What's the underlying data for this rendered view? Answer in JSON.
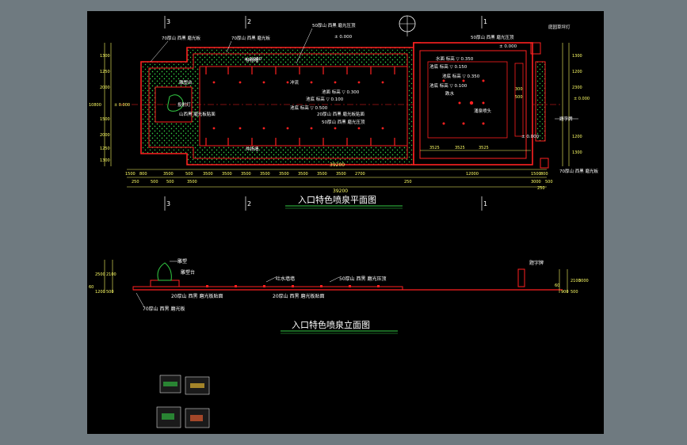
{
  "colors": {
    "background": "#000000",
    "frame": "#6f7a80",
    "outline": "#ff2020",
    "dimension": "#ffff66",
    "hatch": "#33cc44",
    "text": "#ffffff",
    "title_underline": "#33cc44"
  },
  "plan": {
    "title": "入口特色喷泉平面图",
    "axis_top": [
      "3",
      "2",
      "1"
    ],
    "axis_bottom": [
      "3",
      "2",
      "1"
    ],
    "labels": {
      "border_left": "70厚山 西黑 磨光板",
      "border_mid": "70厚山 西黑 磨光板",
      "top_cap": "50厚山 西黑 磨光压顶",
      "right_top": "50厚山 西黑 磨光压顶",
      "lamp": "庭园草坪灯",
      "elev_top": "± 0.000",
      "elev_right": "± 0.000",
      "elev_mid": "± 0.000",
      "pool_edge_top": "仲扬墙",
      "pool_edge_bottom": "仲扬墙",
      "sculpture_base": "雕塑台",
      "underwater_light": "投射灯",
      "stone_paving": "山西黑 磨光板贴面",
      "jet": "冲流",
      "pool_bottom_1": "池面 标高 ▽ 0.300",
      "pool_bottom_2": "池底 标高 ▽ 0.100",
      "pool_bottom_3": "池底 标高 ▽ 0.500",
      "side_note": "20厚山 西黑 磨光板贴面",
      "bottom_note": "50厚山 西黑 磨光压顶",
      "right_pool_1": "水面 标高 ▽ 0.350",
      "right_pool_2": "池底 标高 ▽ 0.150",
      "right_pool_3": "池底 标高 ▽ 0.350",
      "right_pool_4": "池底 标高 ▽ 0.100",
      "right_label_a": "跌水",
      "right_label_b": "涌泉喷头",
      "sign": "题字牌",
      "right_bottom": "70厚山 西黑 磨光板",
      "dim_left": "10800",
      "dim_total_top": "39200",
      "dim_total": "39200",
      "dim_right_a": "3525",
      "dim_right_b": "3525",
      "dim_right_c": "3525",
      "dim_right_total": "12000",
      "elev_left_out": "± 0.000",
      "elev_right_out": "± 0.000"
    },
    "dims_row1": [
      "1500",
      "800",
      "3500",
      "500",
      "3500",
      "3500",
      "3500",
      "3500",
      "3500",
      "3500",
      "3500",
      "3500",
      "2700",
      "12000",
      "1500",
      "800"
    ],
    "dims_row2": [
      "250",
      "500",
      "500",
      "3500",
      "250",
      "3000",
      "500",
      "250"
    ],
    "dims_left": [
      "1300",
      "1250",
      "2000",
      "1500",
      "2000",
      "1250",
      "1300"
    ],
    "dims_right": [
      "1300",
      "1200",
      "2300",
      "300",
      "500",
      "1200",
      "1300"
    ]
  },
  "elevation": {
    "title": "入口特色喷泉立面图",
    "labels": {
      "sculpture": "雕塑",
      "sculpture_base": "雕塑台",
      "spout": "吐水墙墙",
      "cap": "50厚山 西黑 磨光压顶",
      "facing_1": "20厚山 西黑 磨光板贴面",
      "facing_2": "20厚山 西黑 磨光板贴面",
      "base": "70厚山 西黑 磨光板",
      "sign": "题字牌"
    },
    "dims_left": [
      "60",
      "1200",
      "500",
      "2500",
      "2100"
    ],
    "dims_right": [
      "60",
      "900",
      "500",
      "2100",
      "3000"
    ]
  }
}
